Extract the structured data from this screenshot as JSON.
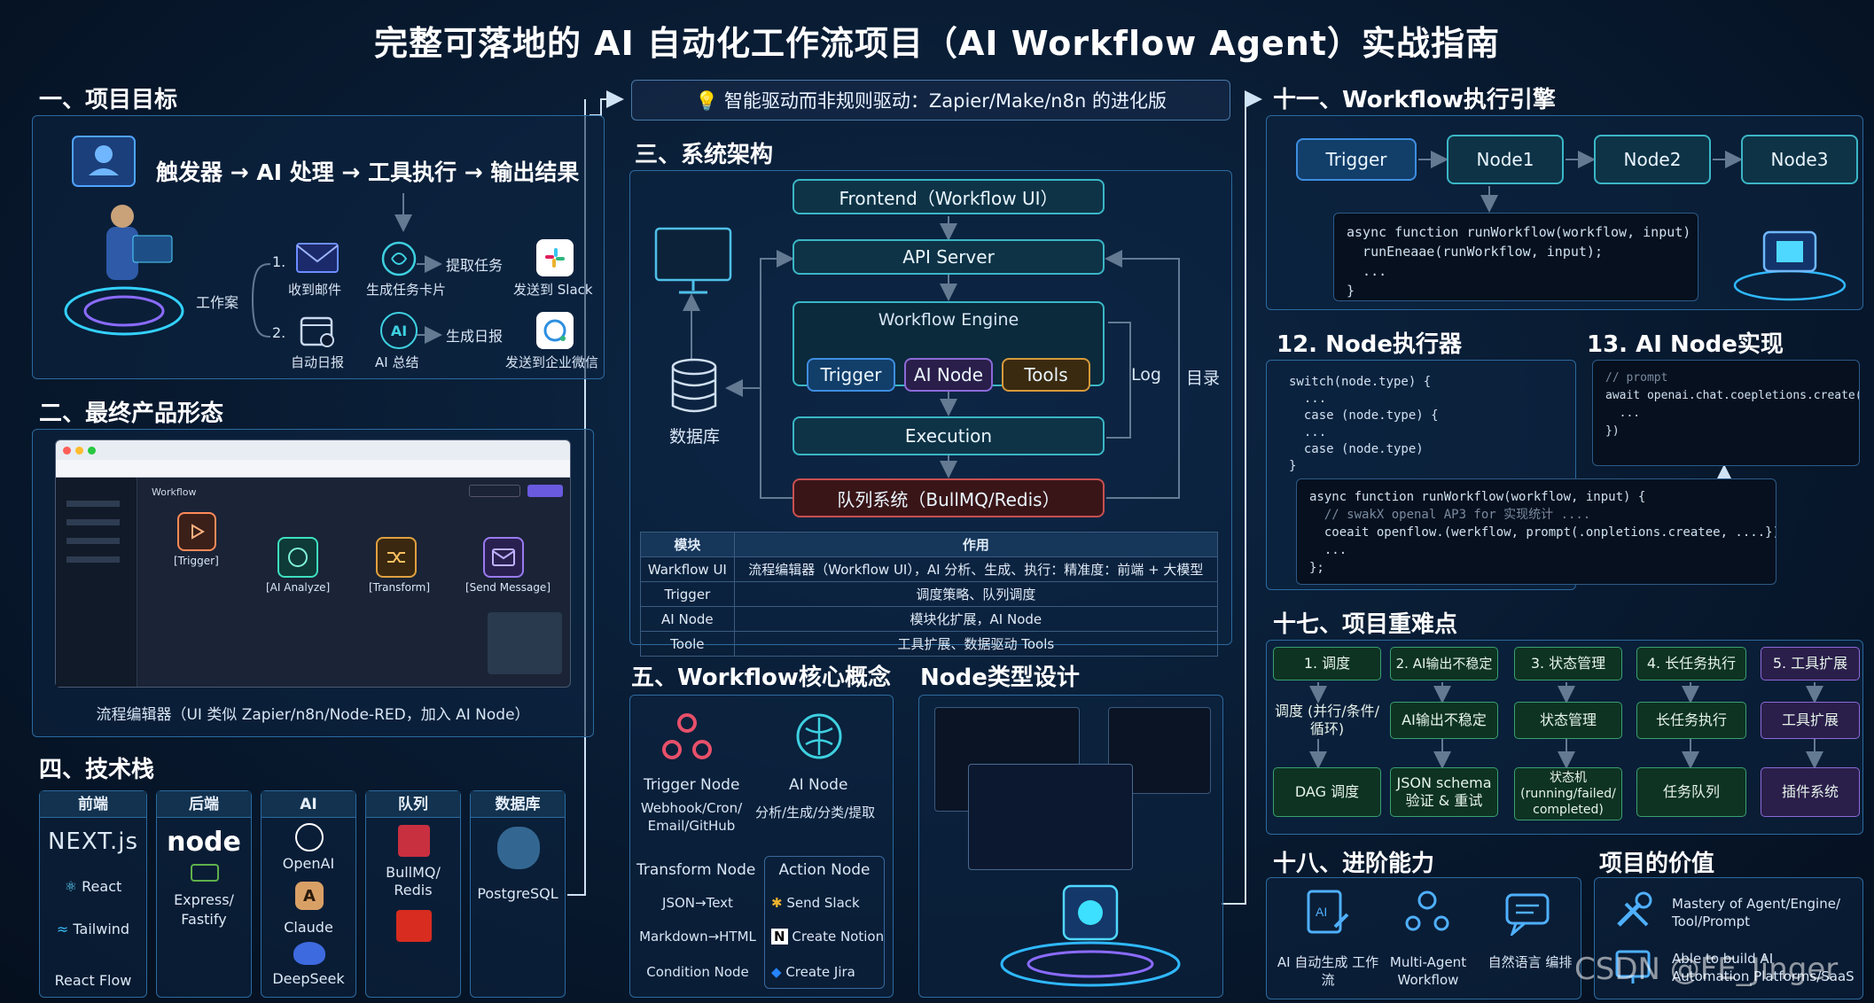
{
  "title": "完整可落地的 AI 自动化工作流项目（AI Workflow Agent）实战指南",
  "sec1": {
    "heading": "一、项目目标",
    "flow": "触发器 → AI 处理 → 工具执行 → 输出结果",
    "root": "工作案",
    "num1": "1.",
    "num2": "2.",
    "r1": [
      "收到邮件",
      "生成任务卡片",
      "提取任务",
      "发送到 Slack"
    ],
    "r2": [
      "自动日报",
      "AI 总结",
      "生成日报",
      "发送到企业微信"
    ]
  },
  "sec2": {
    "heading": "二、最终产品形态",
    "app_title": "Workflow",
    "nodes": [
      "[Trigger]",
      "[AI Analyze]",
      "[Transform]",
      "[Send Message]"
    ],
    "caption": "流程编辑器（UI 类似 Zapier/n8n/Node-RED，加入 AI Node）"
  },
  "banner": "💡 智能驱动而非规则驱动：Zapier/Make/n8n 的进化版",
  "sec3": {
    "heading": "三、系统架构",
    "frontend": "Frontend（Workflow UI）",
    "api": "API Server",
    "engine": "Workflow Engine",
    "trigger": "Trigger",
    "ainode": "AI Node",
    "tools": "Tools",
    "execution": "Execution",
    "queue": "队列系统（BullMQ/Redis）",
    "db": "数据库",
    "log": "Log",
    "dir": "目录",
    "table": {
      "headers": [
        "模块",
        "作用"
      ],
      "rows": [
        [
          "Warkflow UI",
          "流程编辑器（Workflow UI），AI 分析、生成、执行：精准度：前端 + 大模型"
        ],
        [
          "Trigger",
          "调度策略、队列调度"
        ],
        [
          "AI Node",
          "模块化扩展，AI Node"
        ],
        [
          "Toole",
          "工具扩展、数据驱动 Tools"
        ]
      ]
    }
  },
  "sec4": {
    "heading": "四、技术栈",
    "cols": [
      {
        "head": "前端",
        "items": [
          "NEXT.js",
          "React",
          "Tailwind",
          "React Flow"
        ]
      },
      {
        "head": "后端",
        "items": [
          "node",
          "Express/ Fastify"
        ]
      },
      {
        "head": "AI",
        "items": [
          "OpenAI",
          "Claude",
          "DeepSeek"
        ]
      },
      {
        "head": "队列",
        "items": [
          "BullMQ/ Redis"
        ]
      },
      {
        "head": "数据库",
        "items": [
          "PostgreSQL"
        ]
      }
    ]
  },
  "sec5": {
    "heading": "五、Workflow核心概念",
    "trigger_node": "Trigger Node",
    "trigger_desc": "Webhook/Cron/ Email/GitHub",
    "ai_node": "AI Node",
    "ai_desc": "分析/生成/分类/提取",
    "transform_node": "Transform Node",
    "t_items": [
      "JSON→Text",
      "Markdown→HTML",
      "Condition Node"
    ],
    "action_node": "Action Node",
    "a_items": [
      "Send Slack",
      "Create Notion",
      "Create Jira"
    ]
  },
  "node_design": {
    "heading": "Node类型设计"
  },
  "sec11": {
    "heading": "十一、Workflow执行引擎",
    "nodes": [
      "Trigger",
      "Node1",
      "Node2",
      "Node3"
    ],
    "code": [
      "async function runWorkflow(workflow, input) {",
      "  runEneaae(runWorkflow, input);",
      "  ...",
      "}"
    ]
  },
  "sec12": {
    "heading": "12. Node执行器",
    "code": [
      "switch(node.type) {",
      "  ...",
      "  case (node.type) {",
      "  ...",
      "  case (node.type)",
      "}"
    ]
  },
  "sec13": {
    "heading": "13. AI Node实现",
    "code": [
      "// prompt",
      "",
      "await openai.chat.coepletions.create({",
      "  ...",
      "})"
    ]
  },
  "code_large": [
    "async function runWorkflow(workflow, input) {",
    "  // swakX openal AP3 for 实现统计 ....",
    "  coeait openflow.(werkflow, prompt(.onpletions.createe, ....});",
    "  ...",
    "};"
  ],
  "sec17": {
    "heading": "十七、项目重难点",
    "cols": [
      [
        "1. 调度",
        "调度 (并行/条件/循环)",
        "DAG 调度"
      ],
      [
        "2. AI输出不稳定",
        "AI输出不稳定",
        "JSON schema 验证 & 重试"
      ],
      [
        "3. 状态管理",
        "状态管理",
        "状态机 (running/failed/ completed)"
      ],
      [
        "4. 长任务执行",
        "长任务执行",
        "任务队列"
      ],
      [
        "5. 工具扩展",
        "工具扩展",
        "插件系统"
      ]
    ]
  },
  "sec18": {
    "heading": "十八、进阶能力",
    "items": [
      "AI 自动生成 工作流",
      "Multi-Agent Workflow",
      "自然语言 编排"
    ]
  },
  "value": {
    "heading": "项目的价值",
    "items": [
      "Mastery of Agent/Engine/ Tool/Prompt",
      "Able to build AI Automation Platforms/SaaS"
    ]
  },
  "watermark": "CSDN @FE_Jinger",
  "colors": {
    "bg": "#071426",
    "accent": "#3bb6c6",
    "border": "#2c6a9e"
  }
}
